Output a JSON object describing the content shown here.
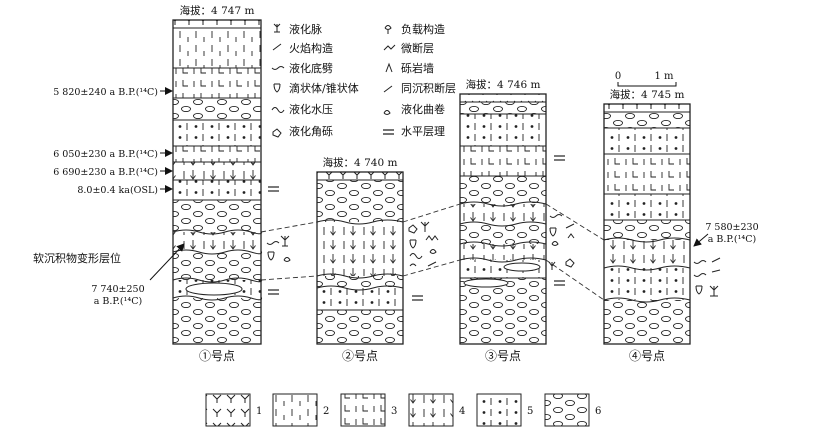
{
  "site1": {
    "elevation": "海拔：4 747 m",
    "label": "①号点",
    "dates": [
      "5 820±240 a B.P.(¹⁴C)",
      "6 050±230 a B.P.(¹⁴C)",
      "6 690±230 a B.P.(¹⁴C)",
      "8.0±0.4 ka(OSL)"
    ],
    "date_bottom_line1": "7 740±250",
    "date_bottom_line2": "a B.P.(¹⁴C)",
    "deformation_label": "软沉积物变形层位"
  },
  "site2": {
    "elevation": "海拔：4 740 m",
    "label": "②号点"
  },
  "site3": {
    "elevation": "海拔：4 746 m",
    "label": "③号点"
  },
  "site4": {
    "elevation": "海拔：4 745 m",
    "label": "④号点",
    "date_line1": "7 580±230",
    "date_line2": "a B.P.(¹⁴C)"
  },
  "scale": {
    "zero": "0",
    "one": "1 m"
  },
  "symbol_legend": [
    {
      "icon": "liquefaction-vein-icon",
      "label": "液化脉"
    },
    {
      "icon": "flame-structure-icon",
      "label": "火焰构造"
    },
    {
      "icon": "liquefaction-bottom-scour-icon",
      "label": "液化底劈"
    },
    {
      "icon": "drop-cone-icon",
      "label": "滴状体/锥状体"
    },
    {
      "icon": "liquefaction-water-pressure-icon",
      "label": "液化水压"
    },
    {
      "icon": "liquefaction-angular-gravel-icon",
      "label": "液化角砾"
    },
    {
      "icon": "load-structure-icon",
      "label": "负载构造"
    },
    {
      "icon": "micro-fault-icon",
      "label": "微断层"
    },
    {
      "icon": "gravel-wall-icon",
      "label": "砾岩墙"
    },
    {
      "icon": "syndepositional-fault-icon",
      "label": "同沉积断层"
    },
    {
      "icon": "liquefaction-curl-icon",
      "label": "液化曲卷"
    },
    {
      "icon": "horizontal-bedding-icon",
      "label": "水平层理"
    }
  ],
  "lithology_legend": [
    "1",
    "2",
    "3",
    "4",
    "5",
    "6"
  ]
}
